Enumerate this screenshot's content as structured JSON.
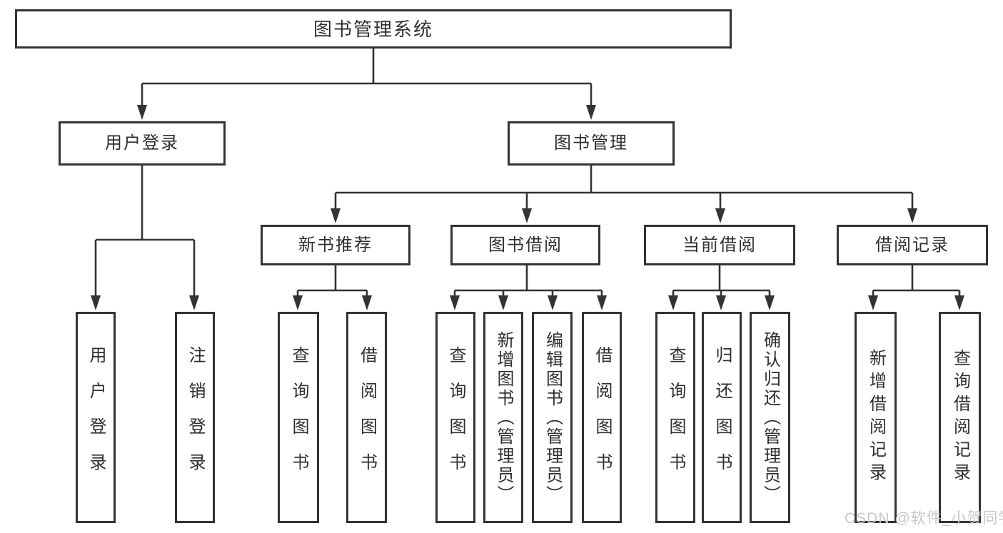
{
  "tree": {
    "root": {
      "label": "图书管理系统"
    },
    "user_login": {
      "label": "用户登录",
      "children": {
        "login": {
          "label": "用户登录"
        },
        "logout": {
          "label": "注销登录"
        }
      }
    },
    "book_management": {
      "label": "图书管理",
      "children": {
        "new_book_recommend": {
          "label": "新书推荐",
          "children": {
            "query_books": {
              "label": "查询图书"
            },
            "borrow_books": {
              "label": "借阅图书"
            }
          }
        },
        "book_borrowing": {
          "label": "图书借阅",
          "children": {
            "query_books": {
              "label": "查询图书"
            },
            "add_books_admin": {
              "label": "新增图书（管理员）"
            },
            "edit_books_admin": {
              "label": "编辑图书（管理员）"
            },
            "borrow_books": {
              "label": "借阅图书"
            }
          }
        },
        "current_borrowing": {
          "label": "当前借阅",
          "children": {
            "query_books": {
              "label": "查询图书"
            },
            "return_books": {
              "label": "归还图书"
            },
            "confirm_return_admin": {
              "label": "确认归还（管理员）"
            }
          }
        },
        "borrowing_records": {
          "label": "借阅记录",
          "children": {
            "add_record": {
              "label": "新增借阅记录"
            },
            "query_record": {
              "label": "查询借阅记录"
            }
          }
        }
      }
    }
  },
  "watermark": {
    "text": "CSDN @软件_小贺同学"
  },
  "colors": {
    "line": "#333333",
    "text": "#2f2f2f",
    "background": "#ffffff",
    "watermark": "#c5c9cd"
  }
}
